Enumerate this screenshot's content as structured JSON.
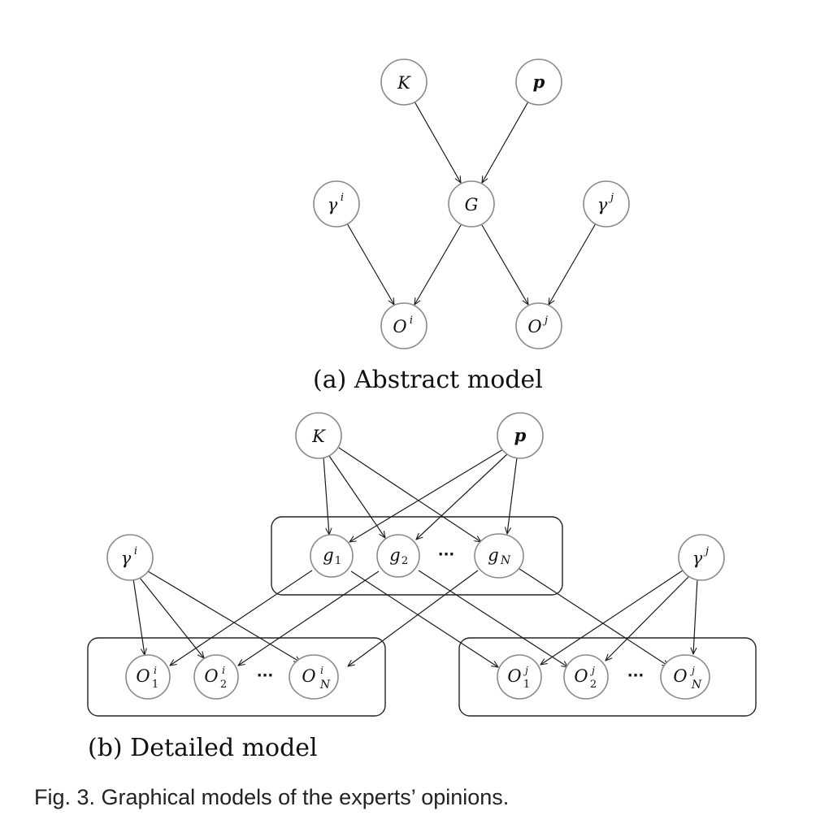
{
  "panel_a": {
    "caption": "(a) Abstract model",
    "nodes": {
      "K": {
        "base": "K"
      },
      "p": {
        "base": "p"
      },
      "gi": {
        "base": "γ",
        "sup": "i"
      },
      "G": {
        "base": "G"
      },
      "gj": {
        "base": "γ",
        "sup": "j"
      },
      "Oi": {
        "base": "O",
        "sup": "i"
      },
      "Oj": {
        "base": "O",
        "sup": "j"
      }
    }
  },
  "panel_b": {
    "caption": "(b) Detailed model",
    "nodes": {
      "K": {
        "base": "K"
      },
      "p": {
        "base": "p"
      },
      "gi": {
        "base": "γ",
        "sup": "i"
      },
      "gj": {
        "base": "γ",
        "sup": "j"
      },
      "g1": {
        "base": "g",
        "sub": "1"
      },
      "g2": {
        "base": "g",
        "sub": "2"
      },
      "gN": {
        "base": "g",
        "sub": "N"
      },
      "Oi1": {
        "base": "O",
        "sup": "i",
        "sub": "1"
      },
      "Oi2": {
        "base": "O",
        "sup": "i",
        "sub": "2"
      },
      "OiN": {
        "base": "O",
        "sup": "i",
        "sub": "N"
      },
      "Oj1": {
        "base": "O",
        "sup": "j",
        "sub": "1"
      },
      "Oj2": {
        "base": "O",
        "sup": "j",
        "sub": "2"
      },
      "OjN": {
        "base": "O",
        "sup": "j",
        "sub": "N"
      }
    },
    "ellipsis": "···"
  },
  "figure_caption": "Fig. 3. Graphical models of the experts’ opinions."
}
